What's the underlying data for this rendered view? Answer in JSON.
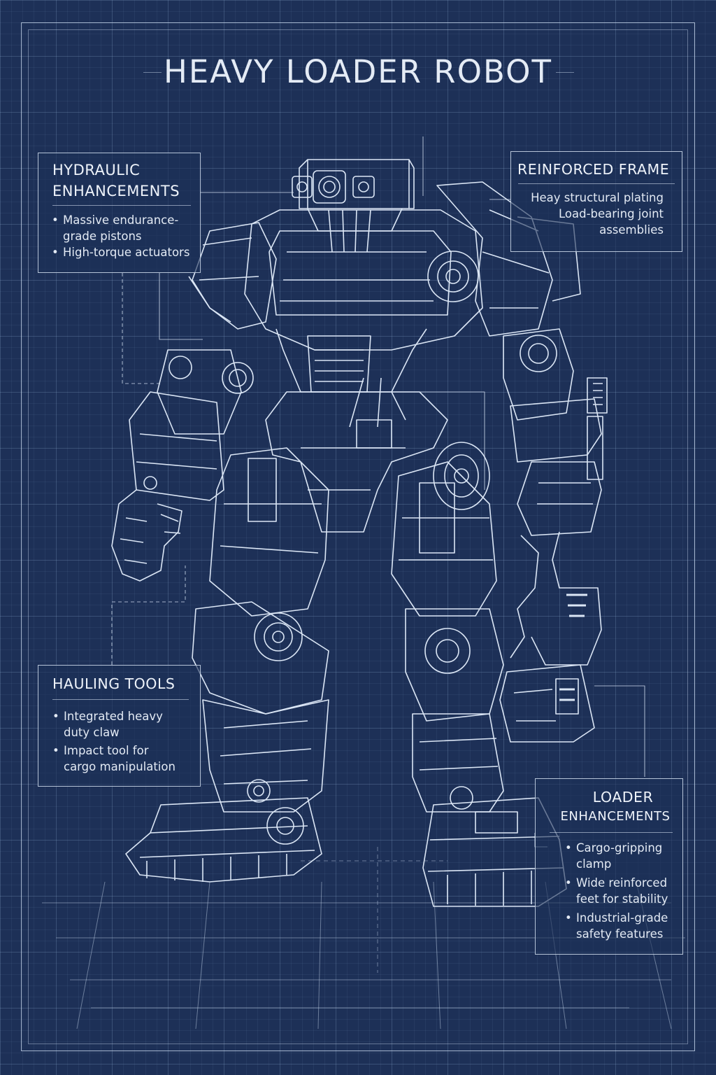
{
  "title": "HEAVY LOADER ROBOT",
  "colors": {
    "background": "#1d3057",
    "line": "#dbe6f5",
    "text": "#e6edf7"
  },
  "callouts": {
    "hydraulic": {
      "heading_line1": "HYDRAULIC",
      "heading_line2": "ENHANCEMENTS",
      "items": [
        {
          "line1": "Massive endurance-",
          "line2": "grade pistons"
        },
        {
          "line1": "High-torque actuators"
        }
      ]
    },
    "frame": {
      "heading": "REINFORCED FRAME",
      "lines": [
        "Heay structural plating",
        "Load-bearing joint",
        "assemblies"
      ]
    },
    "hauling": {
      "heading": "HAULING TOOLS",
      "items": [
        {
          "line1": "Integrated heavy",
          "line2": "duty claw"
        },
        {
          "line1": "Impact tool for",
          "line2": "cargo manipulation"
        }
      ]
    },
    "loader": {
      "heading_line1": "LOADER",
      "heading_line2": "ENHANCEMENTS",
      "items": [
        {
          "line1": "Cargo-gripping",
          "line2": "clamp"
        },
        {
          "line1": "Wide reinforced",
          "line2": "feet for stability"
        },
        {
          "line1": "Industrial-grade",
          "line2": "safety features"
        }
      ]
    }
  }
}
